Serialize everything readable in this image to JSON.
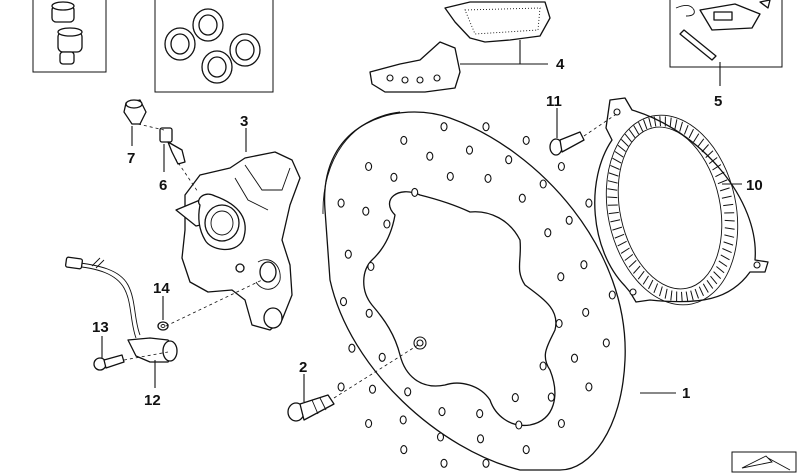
{
  "callouts": {
    "c1": "1",
    "c2": "2",
    "c3": "3",
    "c4": "4",
    "c5": "5",
    "c6": "6",
    "c7": "7",
    "c10": "10",
    "c11": "11",
    "c12": "12",
    "c13": "13",
    "c14": "14"
  },
  "colors": {
    "line": "#111111",
    "fill": "#ffffff"
  },
  "icons": {
    "corner": "corner-fold-arrow-icon"
  }
}
